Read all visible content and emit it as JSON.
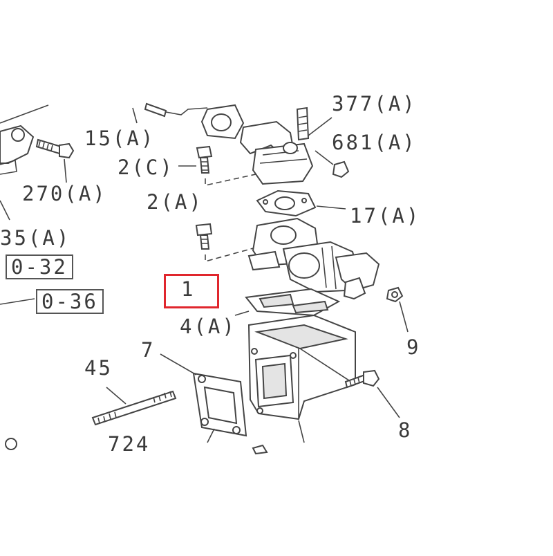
{
  "labels": {
    "l15A": "15(A)",
    "l2C": "2(C)",
    "l270A": "270(A)",
    "l35A": "35(A)",
    "l2A": "2(A)",
    "l377A": "377(A)",
    "l681A": "681(A)",
    "l17A": "17(A)",
    "l1": "1",
    "l4A": "4(A)",
    "l9": "9",
    "l7": "7",
    "l45": "45",
    "l8": "8",
    "l724": "724"
  },
  "refs": {
    "r032": "0-32",
    "r036": "0-36"
  },
  "highlight_color": "#e0262d"
}
